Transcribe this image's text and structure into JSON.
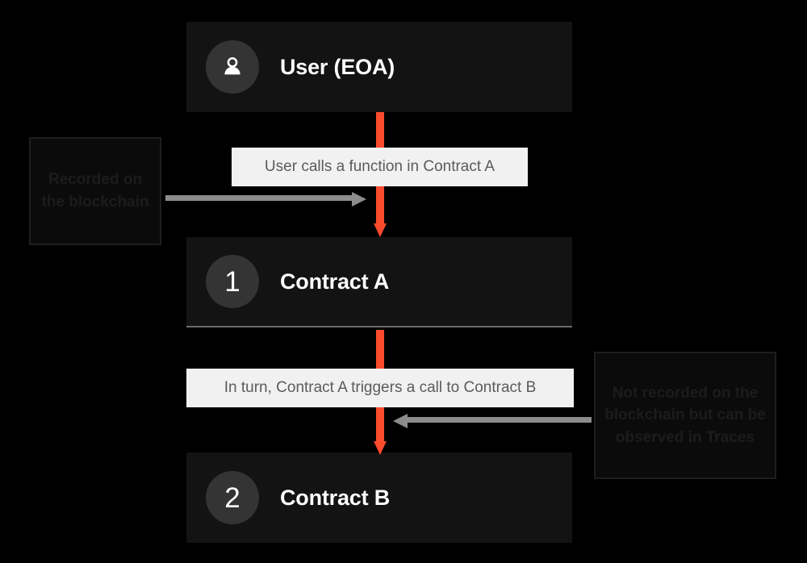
{
  "diagram": {
    "background_color": "#000000",
    "accent_color": "#fa4b2d",
    "connector_color": "#8c8c8c",
    "nodes": [
      {
        "badge": "user-icon",
        "label": "User (EOA)"
      },
      {
        "badge": "1",
        "label": "Contract A"
      },
      {
        "badge": "2",
        "label": "Contract B"
      }
    ],
    "edge_labels": [
      {
        "text": "User calls a function in Contract A"
      },
      {
        "text": "In turn, Contract A triggers a call to Contract B"
      }
    ],
    "notes": [
      {
        "text": "Recorded on the blockchain",
        "side": "left"
      },
      {
        "text": "Not recorded on the blockchain but can be observed in Traces",
        "side": "right"
      }
    ]
  }
}
